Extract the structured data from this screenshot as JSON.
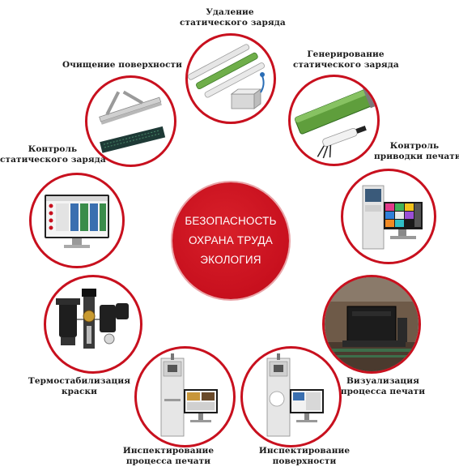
{
  "center": {
    "line1": "БЕЗОПАСНОСТЬ",
    "line2": "ОХРАНА ТРУДА",
    "line3": "ЭКОЛОГИЯ"
  },
  "nodes": [
    {
      "line1": "Удаление",
      "line2": "статического заряда",
      "icon": "static-removal-bars-icon"
    },
    {
      "line1": "Генерирование",
      "line2": "статического заряда",
      "icon": "static-generator-bar-icon"
    },
    {
      "line1": "Контроль",
      "line2": "приводки печати",
      "icon": "register-control-terminal-icon"
    },
    {
      "line1": "Визуализация",
      "line2": "процесса печати",
      "icon": "print-camera-unit-icon"
    },
    {
      "line1": "Инспектирование",
      "line2": "поверхности",
      "icon": "surface-inspection-station-icon"
    },
    {
      "line1": "Инспектирование",
      "line2": "процесса печати",
      "icon": "print-inspection-station-icon"
    },
    {
      "line1": "Термостабилизация",
      "line2": "краски",
      "icon": "ink-thermostat-pumps-icon"
    },
    {
      "line1": "Контроль",
      "line2": "статического заряда",
      "icon": "static-monitor-screen-icon"
    },
    {
      "line1": "Очищение поверхности",
      "line2": "",
      "icon": "surface-cleaner-icon"
    }
  ],
  "colors": {
    "accent": "#c8101e",
    "text": "#1a1a1a",
    "background": "#ffffff"
  }
}
